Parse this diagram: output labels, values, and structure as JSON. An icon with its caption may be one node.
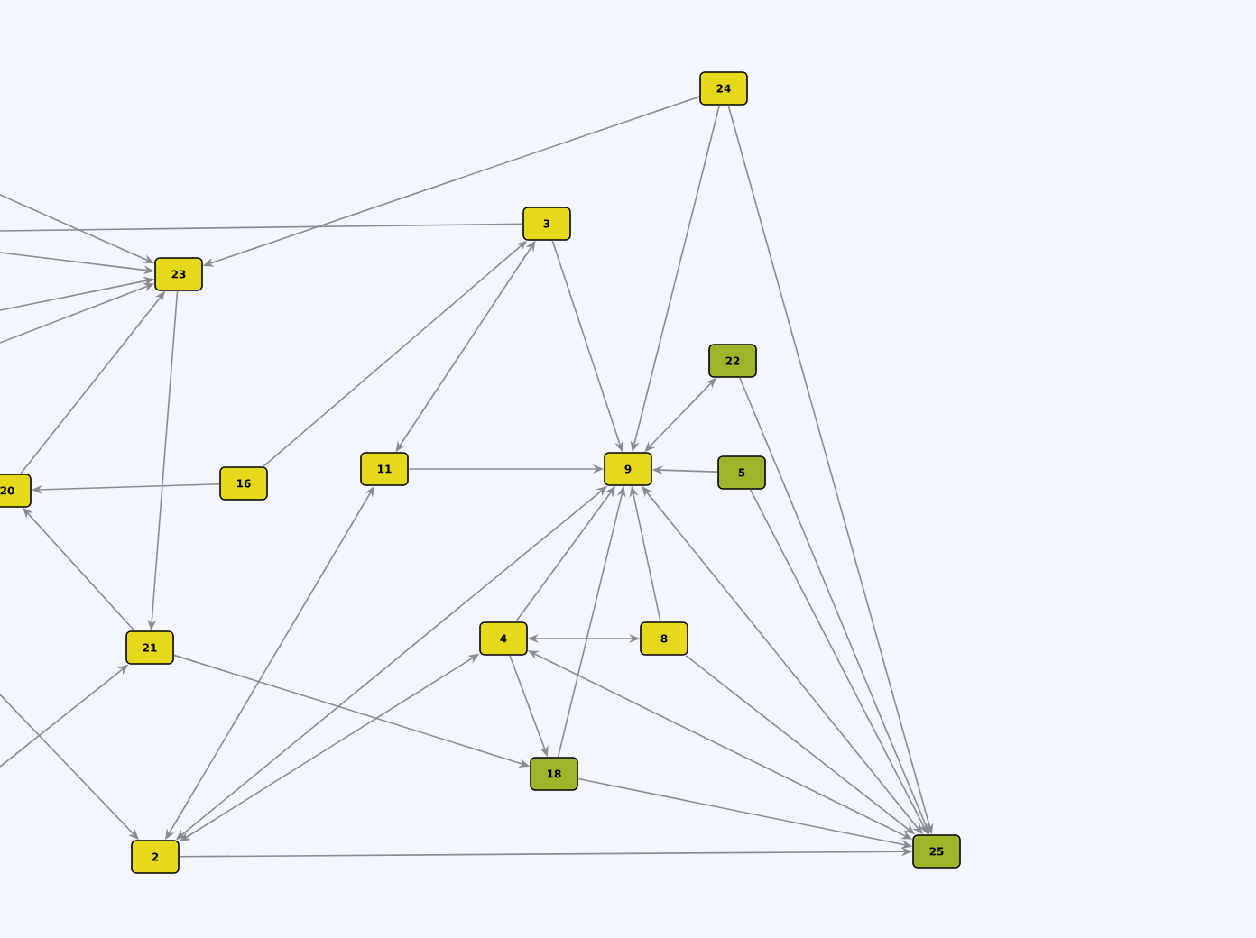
{
  "diagram": {
    "nodes": [
      {
        "text": [
          "24"
        ]
      },
      {
        "text": [
          "3"
        ]
      },
      {
        "text": [
          "23"
        ]
      },
      {
        "text": [
          "22"
        ]
      },
      {
        "text": [
          "11"
        ]
      },
      {
        "text": [
          "9"
        ]
      },
      {
        "text": [
          "5"
        ]
      },
      {
        "text": [
          "16"
        ]
      },
      {
        "text": [
          "20"
        ]
      },
      {
        "text": [
          "21"
        ]
      },
      {
        "text": [
          "4"
        ]
      },
      {
        "text": [
          "8"
        ]
      },
      {
        "text": [
          "18"
        ]
      },
      {
        "text": [
          "2"
        ]
      },
      {
        "text": [
          "25"
        ]
      }
    ],
    "edges": [
      {
        "from": null,
        "to": 2,
        "arrow": "to"
      },
      {
        "from": null,
        "to": 1,
        "arrow": "none"
      },
      {
        "from": null,
        "to": 2,
        "arrow": "to"
      },
      {
        "from": null,
        "to": 2,
        "arrow": "to"
      },
      {
        "from": null,
        "to": 2,
        "arrow": "to"
      },
      {
        "from": 0,
        "to": 2,
        "arrow": "to"
      },
      {
        "from": 0,
        "to": 5,
        "arrow": "to"
      },
      {
        "from": 0,
        "to": 14,
        "arrow": "to"
      },
      {
        "from": 1,
        "to": 5,
        "arrow": "to"
      },
      {
        "from": 7,
        "to": 1,
        "arrow": "to"
      },
      {
        "from": 1,
        "to": 4,
        "arrow": "both"
      },
      {
        "from": 4,
        "to": 5,
        "arrow": "to"
      },
      {
        "from": 8,
        "to": 2,
        "arrow": "to"
      },
      {
        "from": 7,
        "to": 8,
        "arrow": "to"
      },
      {
        "from": 2,
        "to": 9,
        "arrow": "to"
      },
      {
        "from": 9,
        "to": 8,
        "arrow": "to"
      },
      {
        "from": null,
        "to": 9,
        "arrow": "to"
      },
      {
        "from": null,
        "to": 13,
        "arrow": "to"
      },
      {
        "from": 13,
        "to": 4,
        "arrow": "both"
      },
      {
        "from": 13,
        "to": 5,
        "arrow": "both"
      },
      {
        "from": 13,
        "to": 10,
        "arrow": "both"
      },
      {
        "from": 9,
        "to": 12,
        "arrow": "to"
      },
      {
        "from": 13,
        "to": 14,
        "arrow": "to"
      },
      {
        "from": 10,
        "to": 5,
        "arrow": "to"
      },
      {
        "from": 10,
        "to": 11,
        "arrow": "both"
      },
      {
        "from": 10,
        "to": 12,
        "arrow": "to"
      },
      {
        "from": 12,
        "to": 5,
        "arrow": "to"
      },
      {
        "from": 11,
        "to": 5,
        "arrow": "to"
      },
      {
        "from": 11,
        "to": 14,
        "arrow": "to"
      },
      {
        "from": 14,
        "to": 10,
        "arrow": "both"
      },
      {
        "from": 14,
        "to": 5,
        "arrow": "both"
      },
      {
        "from": 5,
        "to": 3,
        "arrow": "both"
      },
      {
        "from": 3,
        "to": 14,
        "arrow": "to"
      },
      {
        "from": 6,
        "to": 5,
        "arrow": "to"
      },
      {
        "from": 6,
        "to": 14,
        "arrow": "to"
      },
      {
        "from": 12,
        "to": 14,
        "arrow": "to"
      }
    ]
  }
}
